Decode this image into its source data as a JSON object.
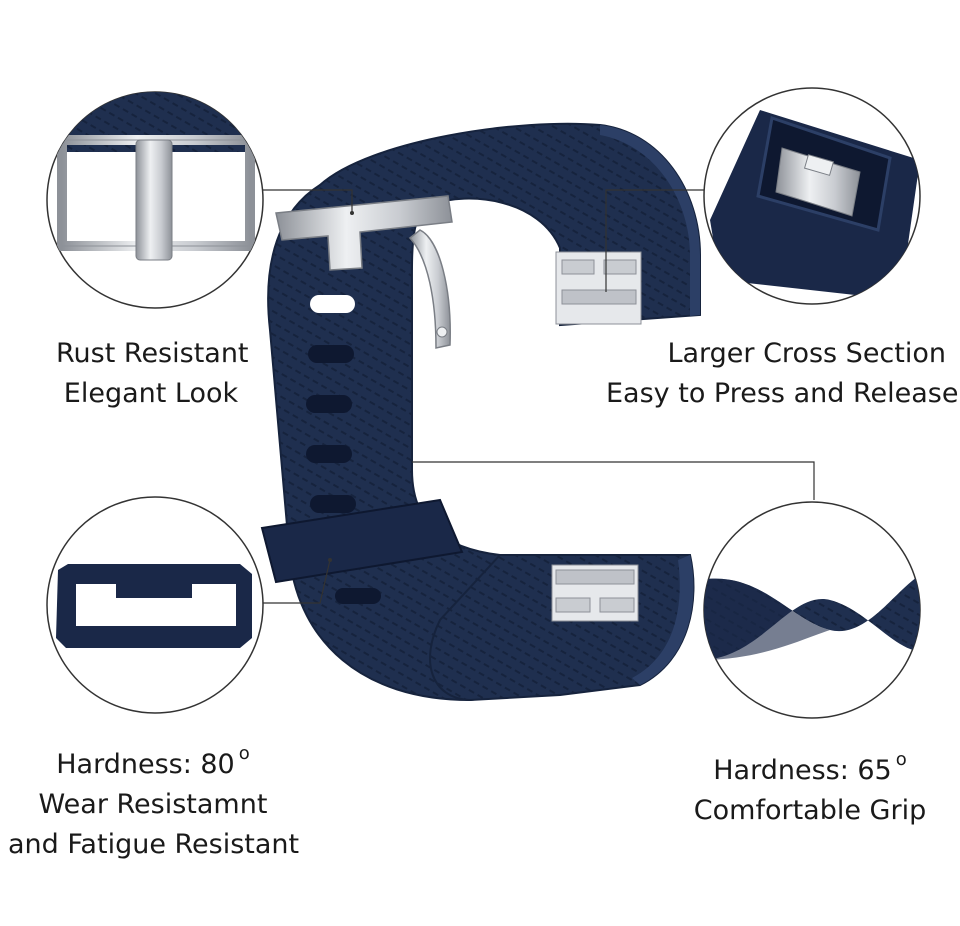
{
  "colors": {
    "band": "#1f2f4f",
    "band_dark": "#16233d",
    "band_light": "#2c3f66",
    "metal": "#c9ccd1",
    "metal_dark": "#8d9198",
    "circle_border": "#333333",
    "text": "#1a1a1a"
  },
  "features": {
    "top_left": {
      "line1": "Rust Resistant",
      "line2": "Elegant Look",
      "icon": "steel-buckle"
    },
    "top_right": {
      "line1": "Larger Cross Section",
      "line2": "Easy to Press and Release",
      "icon": "quick-release-connector"
    },
    "bottom_left": {
      "line1_prefix": "Hardness: 80",
      "degree": "o",
      "line2": "Wear Resistamnt",
      "line3": "and Fatigue Resistant",
      "icon": "band-loop-keeper"
    },
    "bottom_right": {
      "line1_prefix": "Hardness: 65",
      "degree": "o",
      "line2": "Comfortable Grip",
      "icon": "twisted-band"
    }
  }
}
